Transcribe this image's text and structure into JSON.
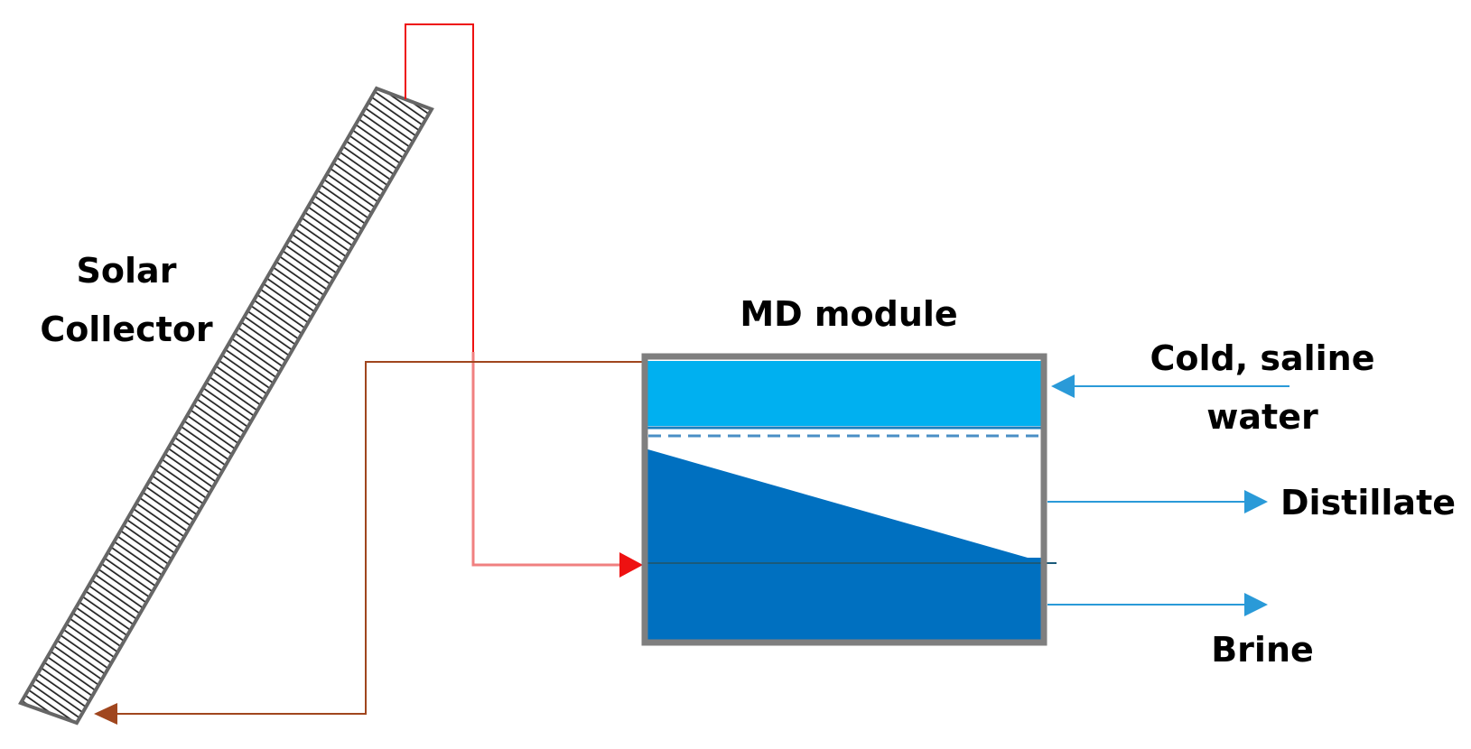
{
  "labels": {
    "solar_collector_line1": "Solar",
    "solar_collector_line2": "Collector",
    "md_module": "MD module",
    "cold_saline_line1": "Cold, saline",
    "cold_saline_line2": "water",
    "distillate": "Distillate",
    "brine": "Brine"
  },
  "colors": {
    "hot_feed": "#ee1111",
    "hot_feed_light": "#f08080",
    "return_line": "#a0461e",
    "cold_water": "#00b0f0",
    "permeate_region": "#0070c0",
    "outlet_arrow": "#2a9ad8",
    "module_border": "#7f7f7f",
    "collector_border": "#666666"
  }
}
